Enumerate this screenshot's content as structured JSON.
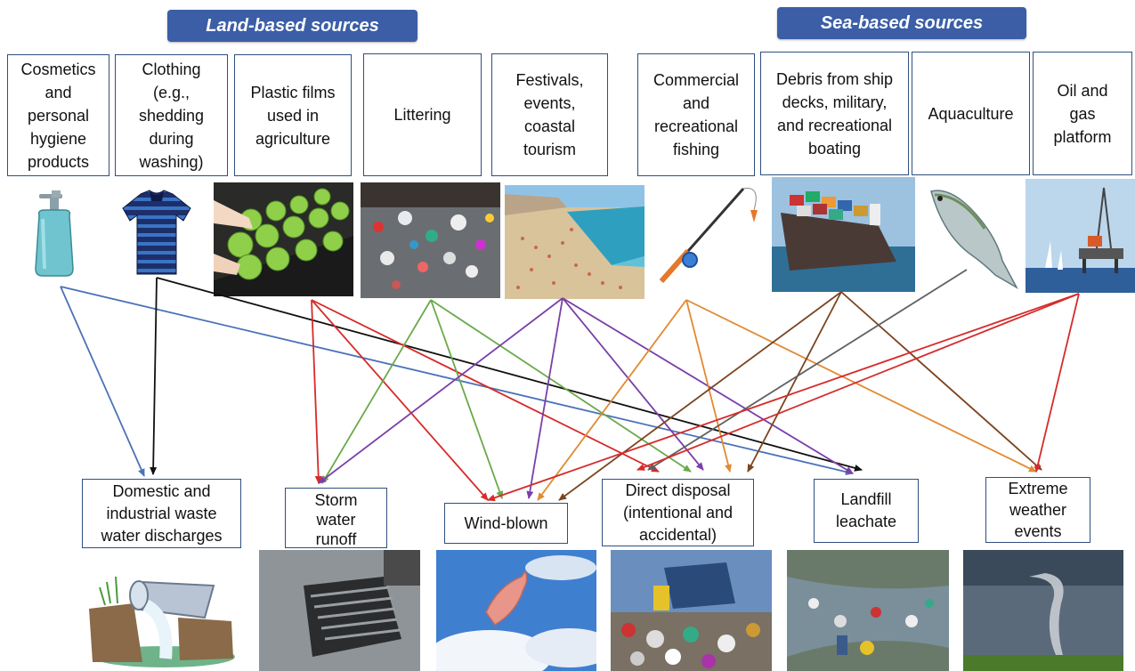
{
  "headers": {
    "land": "Land-based sources",
    "sea": "Sea-based sources"
  },
  "sources": [
    {
      "id": "cosmetics",
      "label": "Cosmetics\nand\npersonal\nhygiene\nproducts",
      "icon": "soap-dispenser-icon"
    },
    {
      "id": "clothing",
      "label": "Clothing\n(e.g.,\nshedding\nduring\nwashing)",
      "icon": "shirt-icon"
    },
    {
      "id": "films",
      "label": "Plastic films\nused in\nagriculture",
      "icon": "lettuce-field-photo"
    },
    {
      "id": "littering",
      "label": "Littering",
      "icon": "litter-photo"
    },
    {
      "id": "festivals",
      "label": "Festivals,\nevents,\ncoastal\ntourism",
      "icon": "beach-photo"
    },
    {
      "id": "fishing",
      "label": "Commercial\nand\nrecreational\nfishing",
      "icon": "fishing-rod-icon"
    },
    {
      "id": "ships",
      "label": "Debris from ship\ndecks, military,\nand recreational\nboating",
      "icon": "cargo-ship-photo"
    },
    {
      "id": "aquaculture",
      "label": "Aquaculture",
      "icon": "fish-icon"
    },
    {
      "id": "oil",
      "label": "Oil and\ngas\nplatform",
      "icon": "oil-platform-photo"
    }
  ],
  "pathways": [
    {
      "id": "wastewater",
      "label": "Domestic and\nindustrial waste\nwater discharges",
      "icon": "drain-pipe-icon"
    },
    {
      "id": "storm",
      "label": "Storm\nwater\nrunoff",
      "icon": "storm-drain-photo"
    },
    {
      "id": "wind",
      "label": "Wind-blown",
      "icon": "flying-bag-photo"
    },
    {
      "id": "disposal",
      "label": "Direct disposal\n(intentional and\naccidental)",
      "icon": "garbage-truck-photo"
    },
    {
      "id": "landfill",
      "label": "Landfill\nleachate",
      "icon": "polluted-river-photo"
    },
    {
      "id": "weather",
      "label": "Extreme\nweather\nevents",
      "icon": "tornado-photo"
    }
  ],
  "colors": {
    "header": "#3b5ea6",
    "box_border": "#2f4f7f",
    "blue": "#4a72b8",
    "black": "#111111",
    "red": "#d62b2b",
    "green": "#6aaa4a",
    "purple": "#7a3fa8",
    "orange": "#e08a30",
    "brown": "#7a4520",
    "gray": "#606060"
  },
  "links": [
    {
      "from": "cosmetics",
      "to": "wastewater",
      "color": "blue"
    },
    {
      "from": "cosmetics",
      "to": "landfill",
      "color": "blue"
    },
    {
      "from": "clothing",
      "to": "wastewater",
      "color": "black"
    },
    {
      "from": "clothing",
      "to": "landfill",
      "color": "black"
    },
    {
      "from": "films",
      "to": "storm",
      "color": "red"
    },
    {
      "from": "films",
      "to": "wind",
      "color": "red"
    },
    {
      "from": "films",
      "to": "disposal",
      "color": "red"
    },
    {
      "from": "littering",
      "to": "storm",
      "color": "green"
    },
    {
      "from": "littering",
      "to": "wind",
      "color": "green"
    },
    {
      "from": "littering",
      "to": "disposal",
      "color": "green"
    },
    {
      "from": "festivals",
      "to": "storm",
      "color": "purple"
    },
    {
      "from": "festivals",
      "to": "wind",
      "color": "purple"
    },
    {
      "from": "festivals",
      "to": "disposal",
      "color": "purple"
    },
    {
      "from": "festivals",
      "to": "landfill",
      "color": "purple"
    },
    {
      "from": "fishing",
      "to": "wind",
      "color": "orange"
    },
    {
      "from": "fishing",
      "to": "disposal",
      "color": "orange"
    },
    {
      "from": "fishing",
      "to": "weather",
      "color": "orange"
    },
    {
      "from": "ships",
      "to": "wind",
      "color": "brown"
    },
    {
      "from": "ships",
      "to": "disposal",
      "color": "brown"
    },
    {
      "from": "ships",
      "to": "weather",
      "color": "brown"
    },
    {
      "from": "aquaculture",
      "to": "disposal",
      "color": "gray"
    },
    {
      "from": "oil",
      "to": "wind",
      "color": "red"
    },
    {
      "from": "oil",
      "to": "disposal",
      "color": "red"
    },
    {
      "from": "oil",
      "to": "weather",
      "color": "red"
    }
  ]
}
